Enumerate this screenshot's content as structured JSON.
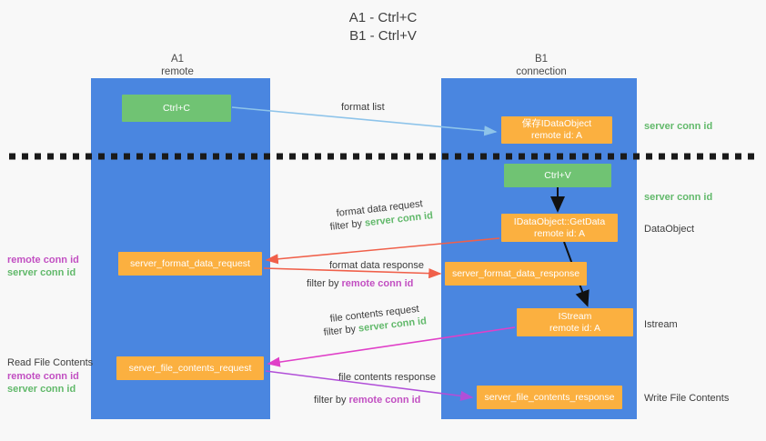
{
  "title": {
    "line1": "A1 - Ctrl+C",
    "line2": "B1 - Ctrl+V"
  },
  "columns": {
    "a1": {
      "name": "A1",
      "role": "remote"
    },
    "b1": {
      "name": "B1",
      "role": "connection"
    }
  },
  "colors": {
    "lane": "#4a86e0",
    "green_box": "#70c373",
    "orange_box": "#fbb040",
    "server_conn_text": "#62b96b",
    "remote_conn_text": "#c24fc2",
    "arrow_blue": "#8ec4ea",
    "arrow_red": "#f0604a",
    "arrow_magenta": "#e040c8",
    "arrow_purple": "#a34fd0",
    "arrow_black": "#000000",
    "divider": "#1a1a1a"
  },
  "boxes": {
    "ctrl_c": {
      "line1": "Ctrl+C",
      "line2": ""
    },
    "save_idataobject": {
      "line1": "保存IDataObject",
      "line2": "remote id: A"
    },
    "ctrl_v": {
      "line1": "Ctrl+V",
      "line2": ""
    },
    "getdata": {
      "line1": "IDataObject::GetData",
      "line2": "remote id: A"
    },
    "istream": {
      "line1": "IStream",
      "line2": "remote id: A"
    },
    "server_format_data_request": {
      "line1": "server_format_data_request"
    },
    "server_format_data_response": {
      "line1": "server_format_data_response"
    },
    "server_file_contents_request": {
      "line1": "server_file_contents_request"
    },
    "server_file_contents_response": {
      "line1": "server_file_contents_response"
    }
  },
  "labels": {
    "format_list": "format list",
    "server_conn_id_top": "server conn id",
    "server_conn_id_mid": "server conn id",
    "dataobject": "DataObject",
    "istream": "Istream",
    "write_file_contents": "Write File Contents",
    "read_file_contents": "Read File Contents",
    "format_data_request": "format data request",
    "format_data_response": "format data response",
    "file_contents_request": "file contents request",
    "file_contents_response": "file contents response",
    "filter_by": "filter by",
    "server_conn_id": "server conn id",
    "remote_conn_id": "remote conn id"
  },
  "left_annotations": {
    "group1": [
      "remote conn id",
      "server conn id"
    ],
    "group2": [
      "remote conn id",
      "server conn id"
    ]
  }
}
